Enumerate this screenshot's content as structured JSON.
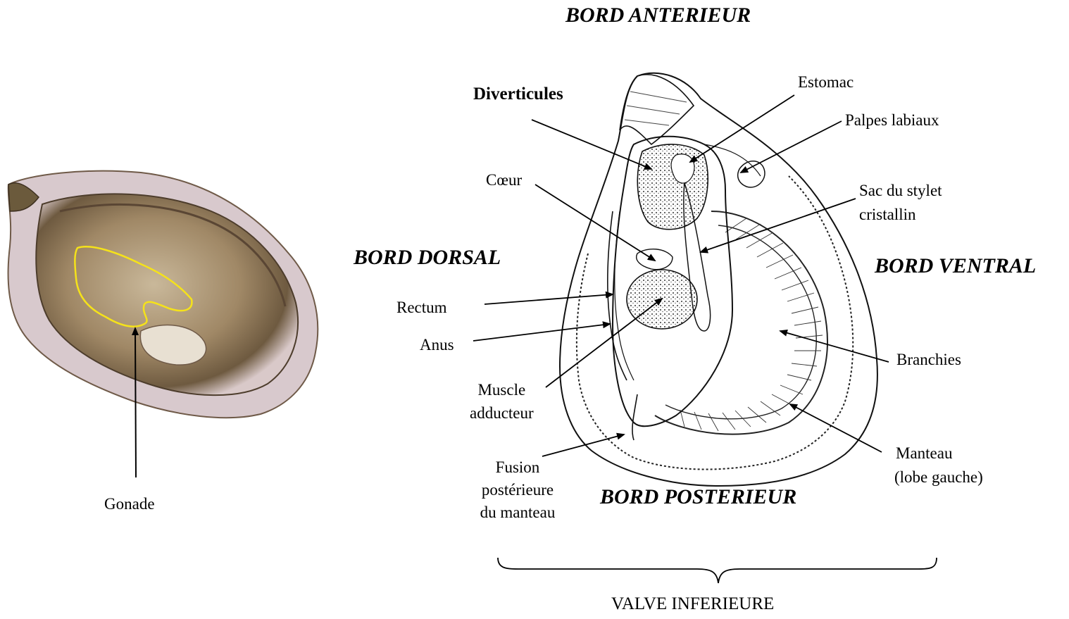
{
  "orientation": {
    "anterior": "BORD ANTERIEUR",
    "dorsal": "BORD DORSAL",
    "ventral": "BORD VENTRAL",
    "posterior": "BORD POSTERIEUR"
  },
  "photo": {
    "gonade_label": "Gonade",
    "colors": {
      "outline": "#f5e21a"
    }
  },
  "diagram_labels": {
    "diverticules": "Diverticules",
    "estomac": "Estomac",
    "palpes": "Palpes labiaux",
    "coeur": "Cœur",
    "sac_line1": "Sac du stylet",
    "sac_line2": "cristallin",
    "rectum": "Rectum",
    "anus": "Anus",
    "branchies": "Branchies",
    "muscle_line1": "Muscle",
    "muscle_line2": "adducteur",
    "manteau_line1": "Manteau",
    "manteau_line2": "(lobe gauche)",
    "fusion_line1": "Fusion",
    "fusion_line2": "postérieure",
    "fusion_line3": "du manteau"
  },
  "bracket_caption": "VALVE INFERIEURE"
}
